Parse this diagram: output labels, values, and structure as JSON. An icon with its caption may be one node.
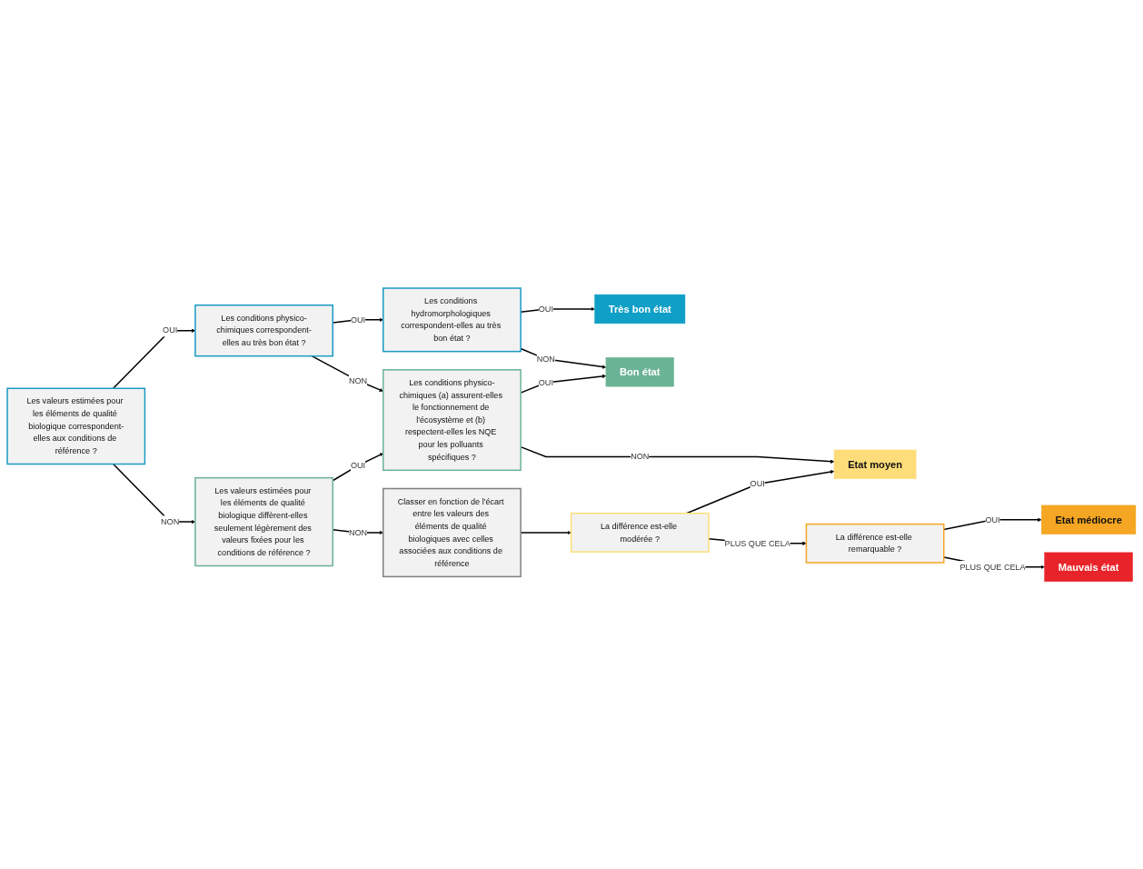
{
  "diagram": {
    "nodes": [
      {
        "text": [
          "Les valeurs estimées pour les éléments de qualité biologique correspondent-elles aux conditions de référence ?"
        ]
      },
      {
        "text": [
          "Les conditions physico-chimiques correspondent-elles au très bon état ?"
        ]
      },
      {
        "text": [
          "Les conditions hydromorphologiques correspondent-elles au très bon état ?"
        ]
      },
      {
        "text": [
          "Très bon état"
        ]
      },
      {
        "text": [
          "Les valeurs estimées pour les éléments de qualité biologique diffèrent-elles seulement légèrement des valeurs fixées pour les conditions de référence ?"
        ]
      },
      {
        "text": [
          "Les conditions physico-chimiques (a) assurent-elles le fonctionnement de l'écosystème et (b) respectent-elles les NQE pour les polluants spécifiques ?"
        ]
      },
      {
        "text": [
          "Bon état"
        ]
      },
      {
        "text": [
          "Classer en fonction de l'écart entre les valeurs des éléments de qualité biologiques avec celles associées aux conditions de référence"
        ]
      },
      {
        "text": [
          "La différence est-elle modérée ?"
        ]
      },
      {
        "text": [
          "Etat moyen"
        ]
      },
      {
        "text": [
          "La différence est-elle remarquable ?"
        ]
      },
      {
        "text": [
          "Etat médiocre"
        ]
      },
      {
        "text": [
          "Mauvais état"
        ]
      }
    ],
    "edges": [
      {
        "from": 0,
        "to": 1,
        "arrow": "to",
        "label": "OUI"
      },
      {
        "from": 1,
        "to": 2,
        "arrow": "to",
        "label": "OUI"
      },
      {
        "from": 2,
        "to": 3,
        "arrow": "to",
        "label": "OUI"
      },
      {
        "from": 0,
        "to": 4,
        "arrow": "to",
        "label": "NON"
      },
      {
        "from": 1,
        "to": 5,
        "arrow": "to",
        "label": "NON"
      },
      {
        "from": 2,
        "to": 6,
        "arrow": "to",
        "label": "NON"
      },
      {
        "from": 4,
        "to": 5,
        "arrow": "to",
        "label": "OUI"
      },
      {
        "from": 5,
        "to": 6,
        "arrow": "to",
        "label": "OUI"
      },
      {
        "from": 5,
        "to": 9,
        "arrow": "to",
        "label": "NON"
      },
      {
        "from": 4,
        "to": 7,
        "arrow": "to",
        "label": "NON"
      },
      {
        "from": 7,
        "to": 8,
        "arrow": "to"
      },
      {
        "from": 8,
        "to": 9,
        "arrow": "to",
        "label": "OUI"
      },
      {
        "from": 8,
        "to": 10,
        "arrow": "to",
        "label": "PLUS QUE CELA"
      },
      {
        "from": 10,
        "to": 11,
        "arrow": "to",
        "label": "OUI"
      },
      {
        "from": 10,
        "to": 12,
        "arrow": "to",
        "label": "PLUS QUE CELA"
      }
    ]
  }
}
